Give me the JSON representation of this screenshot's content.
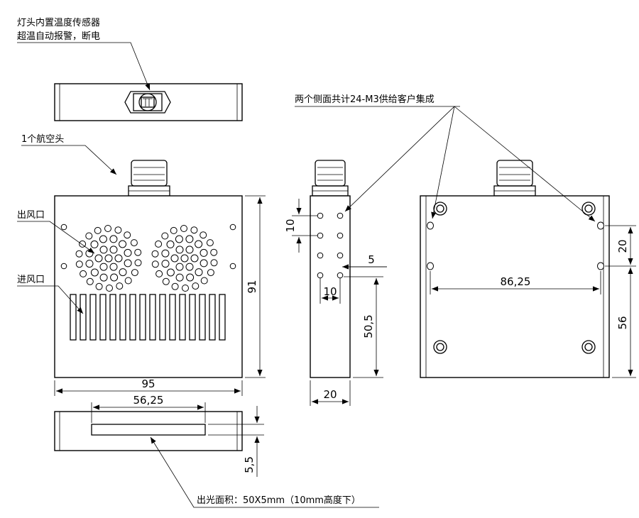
{
  "annotations": {
    "sensor_line1": "灯头内置温度传感器",
    "sensor_line2": "超温自动报警，断电",
    "connector": "1个航空头",
    "outlet": "出风口",
    "inlet": "进风口",
    "side_holes": "两个侧面共计24-M3供给客户集成",
    "emit_area": "出光面积：50X5mm（10mm高度下）"
  },
  "dimensions": {
    "front_width": "95",
    "front_height": "91",
    "slot_width": "56,25",
    "slot_depth": "5,5",
    "side_width": "20",
    "hole_pitch_v": "10",
    "hole_pitch_h": "10",
    "hole_edge": "5",
    "hole_height": "50,5",
    "back_hole_span": "86,25",
    "back_hole_pitch": "20",
    "back_hole_height": "56"
  },
  "colors": {
    "line": "#000000",
    "background": "#ffffff"
  }
}
